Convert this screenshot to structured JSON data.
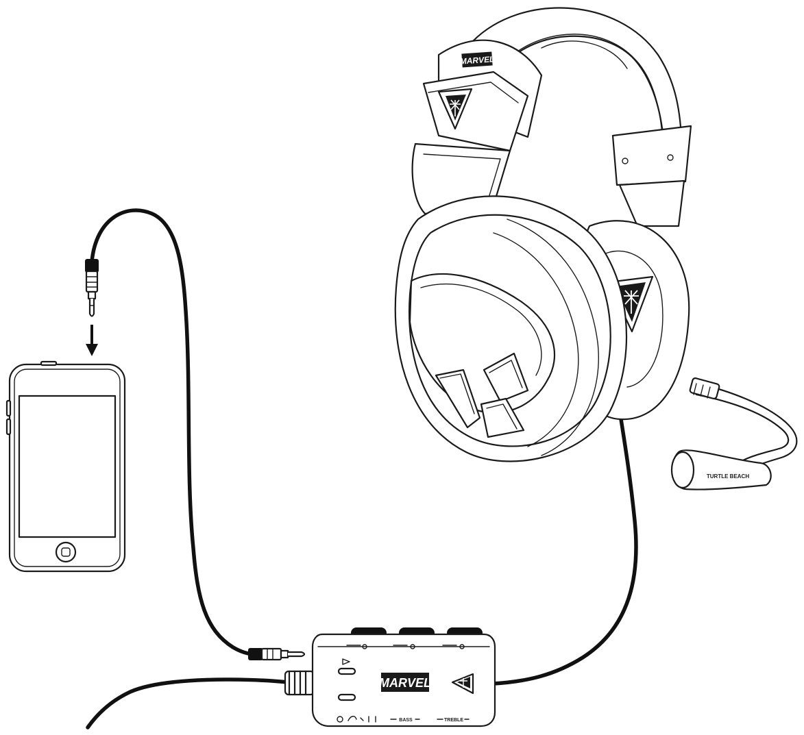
{
  "headset": {
    "headband_logo": "MARVEL",
    "mic_label": "TURTLE BEACH"
  },
  "amplifier": {
    "logo": "MARVEL",
    "bottom_labels": [
      "BASS",
      "TREBLE"
    ]
  },
  "colors": {
    "ink": "#1a1a1a",
    "cable": "#111111",
    "background": "#ffffff"
  },
  "icons": [
    "turtle-beach-icon",
    "arrow-down-icon",
    "home-button-icon"
  ]
}
